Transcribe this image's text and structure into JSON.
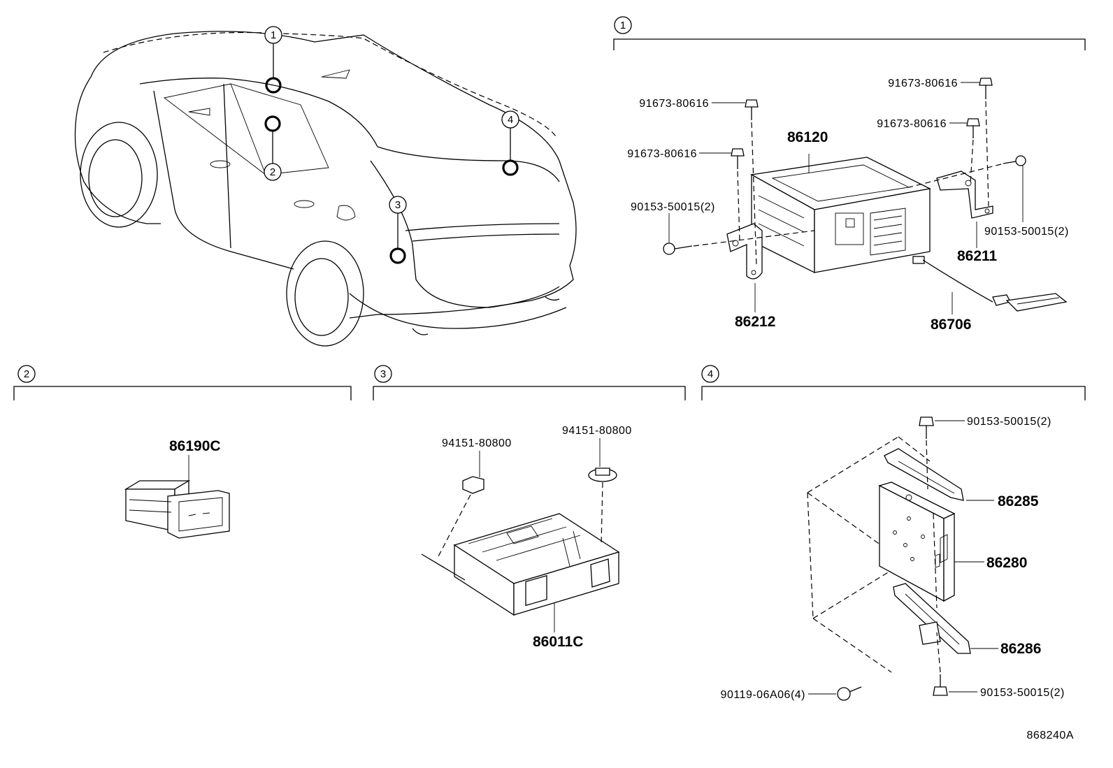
{
  "drawing_id": "868240A",
  "locations": [
    "1",
    "2",
    "3",
    "4"
  ],
  "sections": {
    "s1": {
      "number": "1",
      "labels": {
        "bolt_a": "91673-80616",
        "bolt_b": "91673-80616",
        "bolt_c": "91673-80616",
        "bolt_d": "91673-80616",
        "screw_left": "90153-50015(2)",
        "screw_right": "90153-50015(2)",
        "unit": "86120",
        "bracket_left": "86212",
        "bracket_right": "86211",
        "cable": "86706"
      }
    },
    "s2": {
      "number": "2",
      "labels": {
        "module": "86190C"
      }
    },
    "s3": {
      "number": "3",
      "labels": {
        "nut_left": "94151-80800",
        "nut_right": "94151-80800",
        "unit": "86011C"
      }
    },
    "s4": {
      "number": "4",
      "labels": {
        "screw_top": "90153-50015(2)",
        "bracket_upper": "86285",
        "unit": "86280",
        "bracket_lower": "86286",
        "bolt_left": "90119-06A06(4)",
        "screw_bottom": "90153-50015(2)"
      }
    }
  }
}
